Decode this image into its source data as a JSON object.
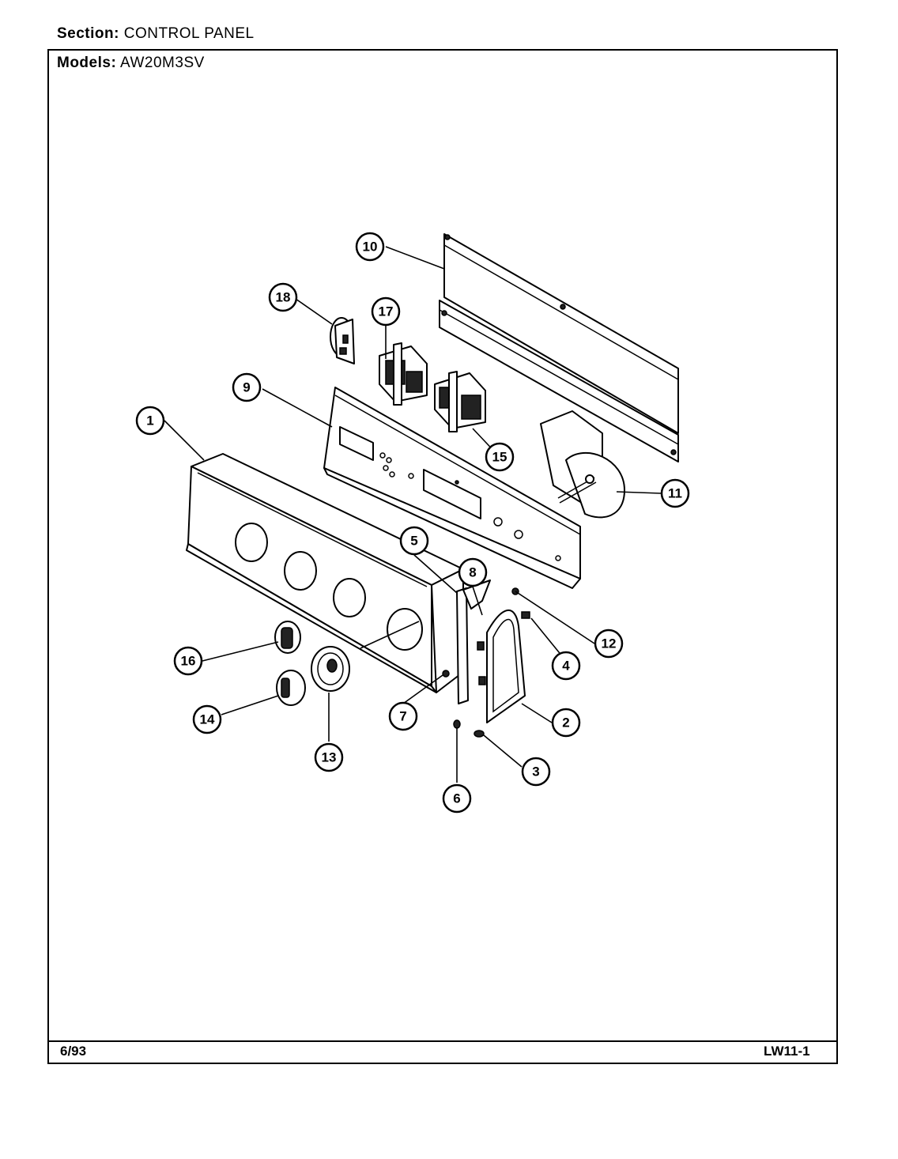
{
  "header": {
    "section_label": "Section:",
    "section_value": "CONTROL PANEL",
    "models_label": "Models:",
    "models_value": "AW20M3SV"
  },
  "footer": {
    "date": "6/93",
    "code": "LW11-1"
  },
  "callouts": [
    "1",
    "2",
    "3",
    "4",
    "5",
    "6",
    "7",
    "8",
    "9",
    "10",
    "11",
    "12",
    "13",
    "14",
    "15",
    "16",
    "17",
    "18"
  ]
}
